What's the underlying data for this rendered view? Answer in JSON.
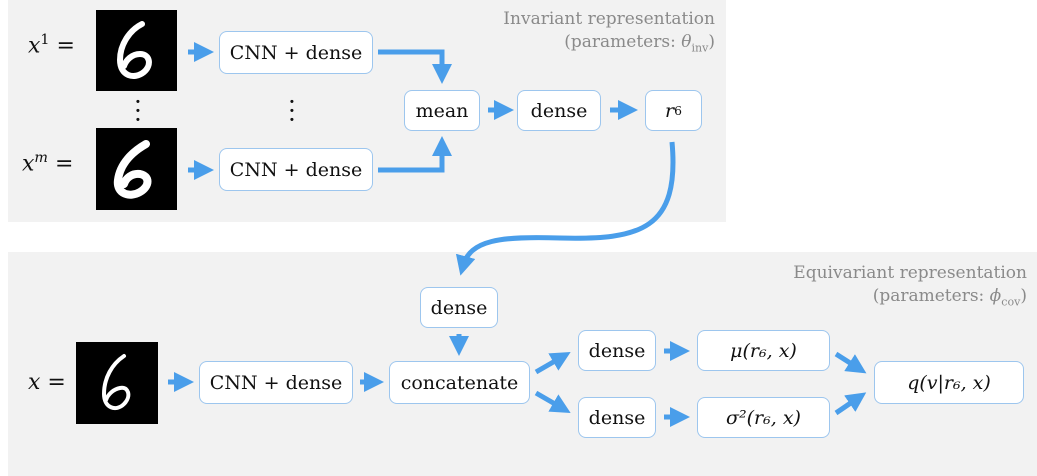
{
  "colors": {
    "arrow": "#4a9eea",
    "panel": "#f2f2f2",
    "box_border": "#9dc6ee",
    "caption": "#8a8a8a"
  },
  "invariant": {
    "caption_line1": "Invariant representation",
    "caption_line2_prefix": "(parameters: ",
    "caption_symbol": "θ",
    "caption_sub": "inv",
    "caption_suffix": ")",
    "inputs": [
      {
        "var": "x",
        "sup": "1",
        "eq": "=",
        "digit": "6"
      },
      {
        "var": "x",
        "sup": "m",
        "eq": "=",
        "digit": "6"
      }
    ],
    "cnn_label": "CNN + dense",
    "mean_label": "mean",
    "dense_label": "dense",
    "output_var": "r",
    "output_sub": "6"
  },
  "equivariant": {
    "caption_line1": "Equivariant representation",
    "caption_line2_prefix": "(parameters: ",
    "caption_symbol": "ϕ",
    "caption_sub": "cov",
    "caption_suffix": ")",
    "input": {
      "var": "x",
      "eq": "=",
      "digit": "6"
    },
    "cnn_label": "CNN + dense",
    "dense_top_label": "dense",
    "concat_label": "concatenate",
    "dense_mu_label": "dense",
    "dense_sigma_label": "dense",
    "mu_label": "μ(r₆, x)",
    "sigma_label": "σ²(r₆, x)",
    "q_label": "q(v|r₆, x)"
  }
}
